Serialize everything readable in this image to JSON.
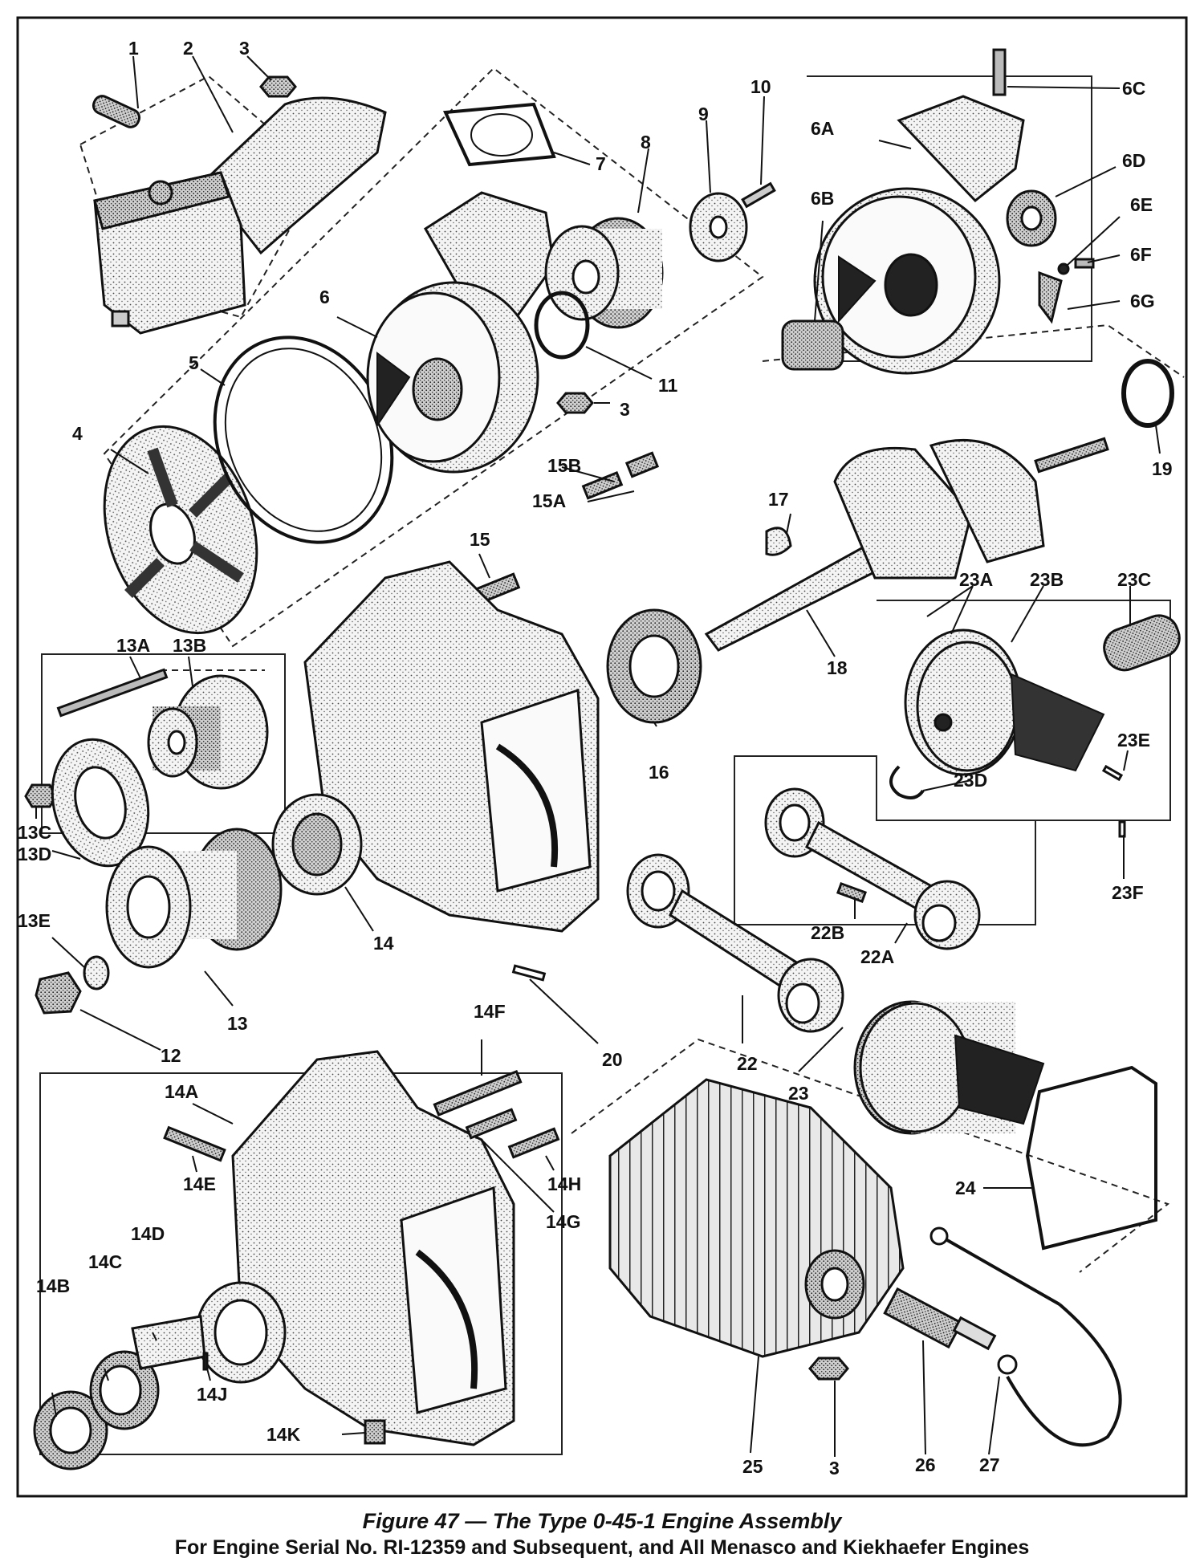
{
  "caption": {
    "line1": "Figure 47 — The Type 0-45-1 Engine Assembly",
    "line2": "For Engine Serial No. RI-12359 and Subsequent, and All Menasco and Kiekhaefer Engines"
  },
  "callouts": {
    "c1": "1",
    "c2": "2",
    "c3a": "3",
    "c3b": "3",
    "c3c": "3",
    "c4": "4",
    "c5": "5",
    "c6": "6",
    "c7": "7",
    "c8": "8",
    "c9": "9",
    "c10": "10",
    "c6A": "6A",
    "c6B": "6B",
    "c6C": "6C",
    "c6D": "6D",
    "c6E": "6E",
    "c6F": "6F",
    "c6G": "6G",
    "c11": "11",
    "c12": "12",
    "c13": "13",
    "c13A": "13A",
    "c13B": "13B",
    "c13C": "13C",
    "c13D": "13D",
    "c13E": "13E",
    "c14": "14",
    "c14A": "14A",
    "c14B": "14B",
    "c14C": "14C",
    "c14D": "14D",
    "c14E": "14E",
    "c14F": "14F",
    "c14G": "14G",
    "c14H": "14H",
    "c14J": "14J",
    "c14K": "14K",
    "c15": "15",
    "c15A": "15A",
    "c15B": "15B",
    "c16": "16",
    "c17": "17",
    "c18": "18",
    "c19": "19",
    "c20": "20",
    "c22": "22",
    "c22A": "22A",
    "c22B": "22B",
    "c23": "23",
    "c23A": "23A",
    "c23B": "23B",
    "c23C": "23C",
    "c23D": "23D",
    "c23E": "23E",
    "c23F": "23F",
    "c24": "24",
    "c25": "25",
    "c26": "26",
    "c27": "27"
  }
}
